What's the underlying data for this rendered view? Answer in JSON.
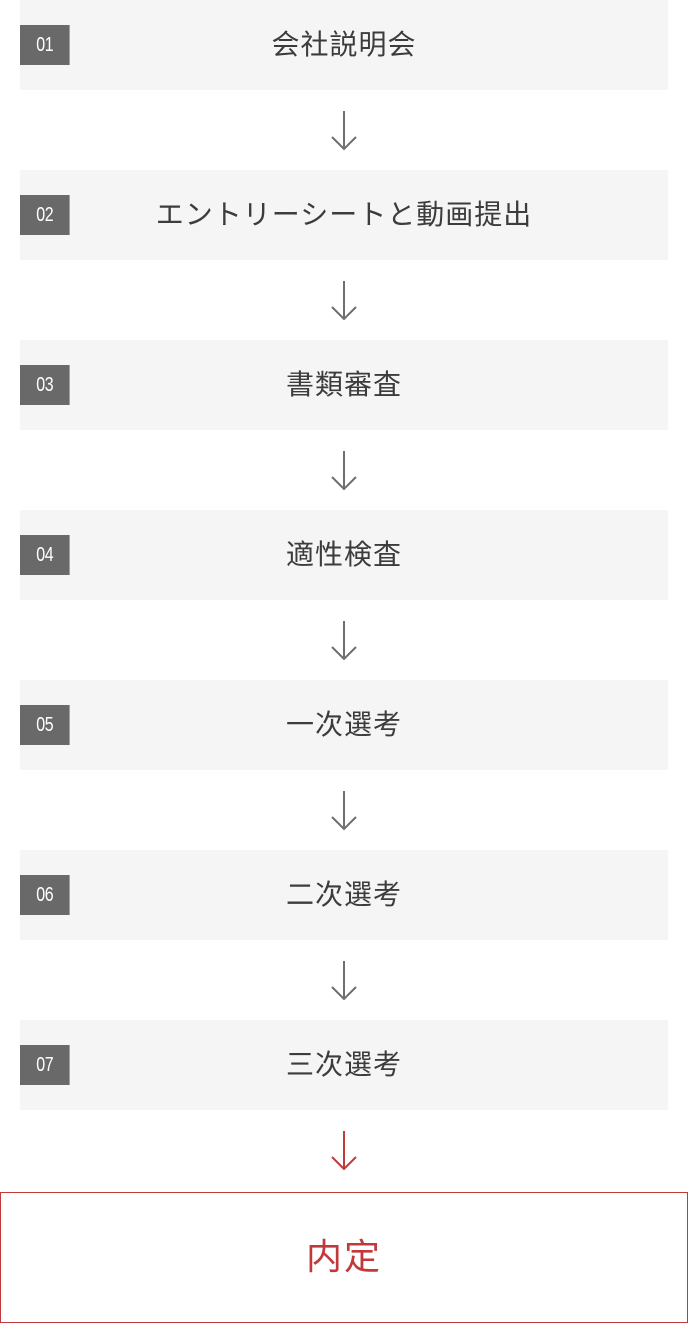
{
  "steps": [
    {
      "number": "01",
      "label": "会社説明会"
    },
    {
      "number": "02",
      "label": "エントリーシートと動画提出"
    },
    {
      "number": "03",
      "label": "書類審査"
    },
    {
      "number": "04",
      "label": "適性検査"
    },
    {
      "number": "05",
      "label": "一次選考"
    },
    {
      "number": "06",
      "label": "二次選考"
    },
    {
      "number": "07",
      "label": "三次選考"
    }
  ],
  "final": {
    "label": "内定"
  },
  "colors": {
    "step_bg": "#f5f5f5",
    "number_badge_bg": "#696969",
    "arrow_gray": "#6e6e6e",
    "accent_red": "#c0393b"
  },
  "icons": {
    "step_arrow": "arrow-down-icon",
    "final_arrow": "arrow-down-icon"
  }
}
